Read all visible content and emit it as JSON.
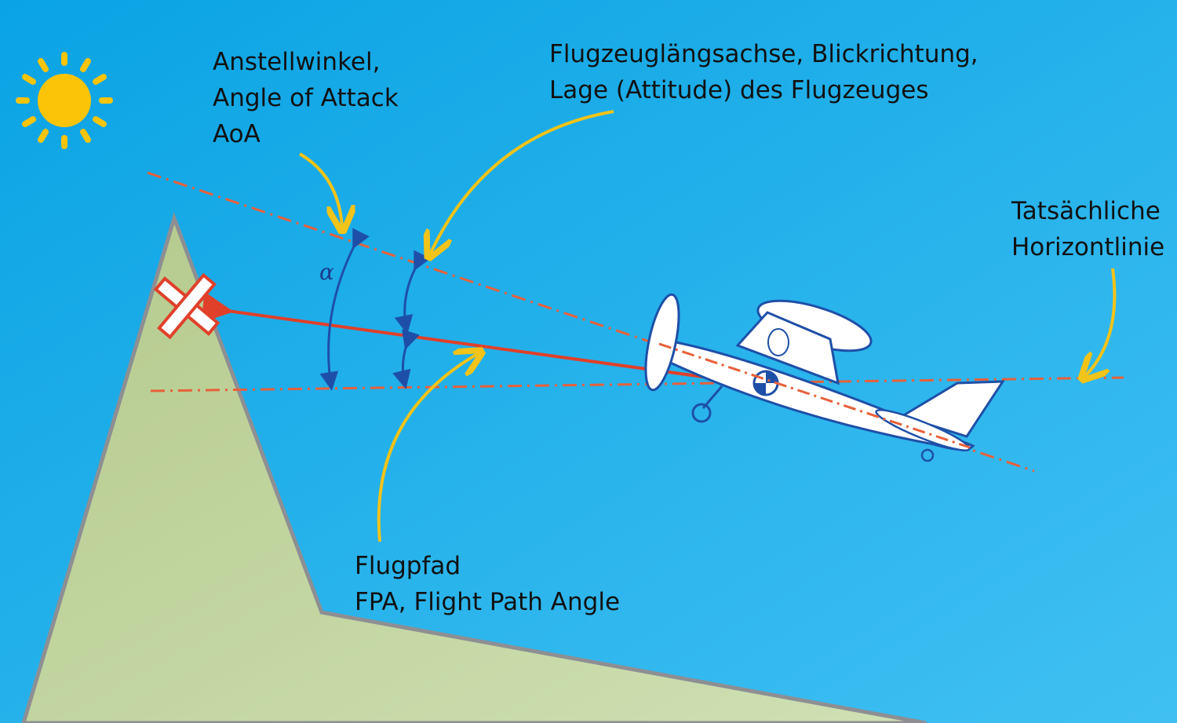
{
  "labels": {
    "aoa": {
      "line1": "Anstellwinkel,",
      "line2": "Angle of Attack",
      "line3": "AoA"
    },
    "attitude": {
      "line1": "Flugzeuglängsachse, Blickrichtung,",
      "line2": "Lage (Attitude) des Flugzeuges"
    },
    "horizon": {
      "line1": "Tatsächliche",
      "line2": "Horizontlinie"
    },
    "flightpath": {
      "line1": "Flugpfad",
      "line2": "FPA, Flight Path Angle"
    },
    "alpha_symbol": "α"
  },
  "colors": {
    "sky_top": "#0aa6e6",
    "sky_bottom": "#3cbef0",
    "terrain": "#b9cf95",
    "terrain_edge": "#8d8f93",
    "dashed_lines": "#e8603a",
    "flight_path": "#e0402a",
    "callout_arrows": "#f2c318",
    "angle_arcs": "#1e4fa8",
    "sun": "#fbc408",
    "aircraft_body": "#ffffff",
    "aircraft_outline": "#1e4fa8"
  },
  "icons": [
    "sun-icon",
    "crash-x-icon",
    "aircraft-icon"
  ]
}
